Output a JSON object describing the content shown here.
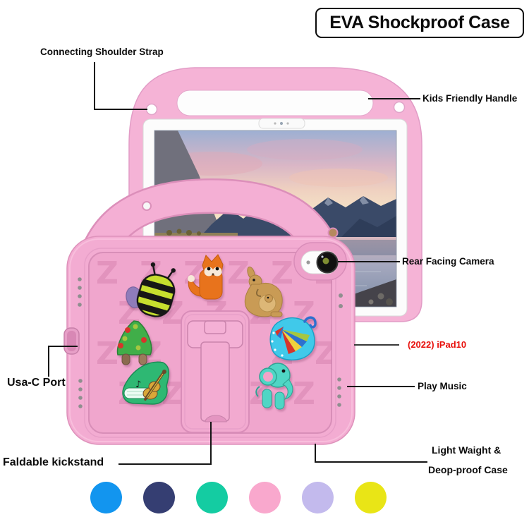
{
  "title": "EVA Shockproof Case",
  "callouts": {
    "shoulder_strap": "Connecting Shoulder Strap",
    "handle": "Kids Friendly Handle",
    "camera": "Rear Facing Camera",
    "model": "(2022)  iPad10",
    "play_music": "Play Music",
    "light_weight_1": "Light Waight &",
    "light_weight_2": "Deop-proof Case",
    "usb_port": "Usa-C Port",
    "kickstand": "Faldable kickstand"
  },
  "product": {
    "case_color_hex": "#F3ACD2",
    "model_text_color": "#E8100C",
    "pattern_glyph": "Z",
    "charms": [
      "bee",
      "fox",
      "kangaroo",
      "tree",
      "badger-umbrella",
      "violin",
      "elephant"
    ]
  },
  "swatches": [
    {
      "name": "blue",
      "hex": "#1295EF"
    },
    {
      "name": "navy",
      "hex": "#353E72"
    },
    {
      "name": "teal",
      "hex": "#14CCA2"
    },
    {
      "name": "pink",
      "hex": "#F9A8CD"
    },
    {
      "name": "lavender",
      "hex": "#C3BAED"
    },
    {
      "name": "yellow",
      "hex": "#E9E516"
    }
  ]
}
